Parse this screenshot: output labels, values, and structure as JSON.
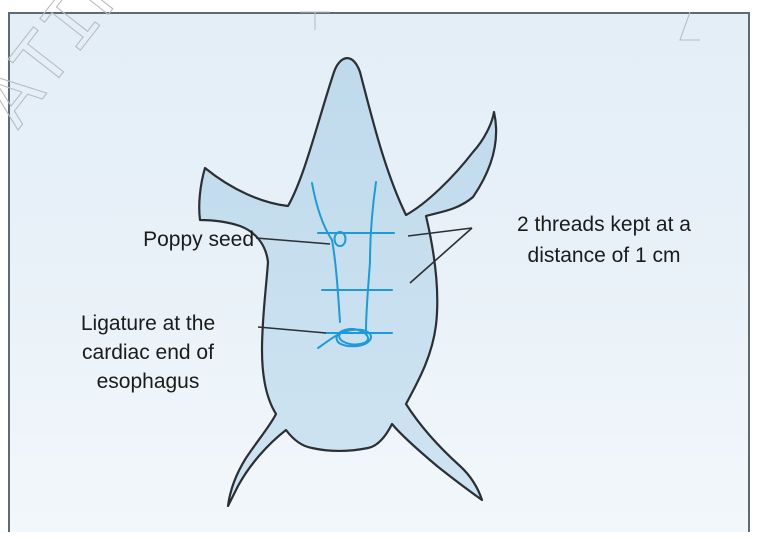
{
  "diagram": {
    "labels": {
      "poppy_seed": "Poppy seed",
      "ligature_line1": "Ligature at the",
      "ligature_line2": "cardiac end of",
      "ligature_line3": "esophagus",
      "threads_line1": "2 threads kept at a",
      "threads_line2": "distance of 1 cm"
    },
    "watermark": "ATIK",
    "colors": {
      "background": "#e6f0f8",
      "body_fill": "#c7dfef",
      "outline": "#2a2f33",
      "thread": "#1f9ad6",
      "leader_line": "#2a2f33",
      "frame": "#5f6a72"
    }
  }
}
